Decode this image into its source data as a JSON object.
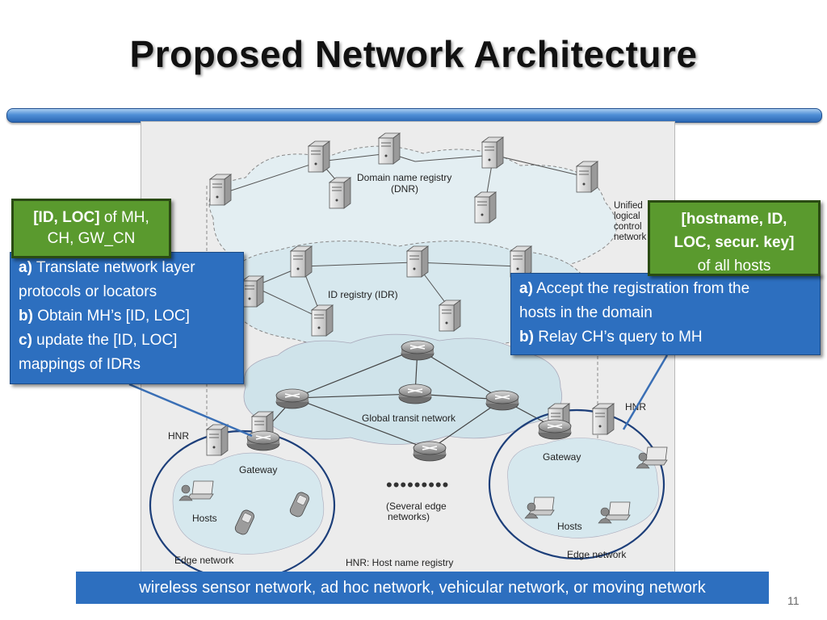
{
  "slide": {
    "title": "Proposed Network Architecture",
    "page_number": "11"
  },
  "diagram": {
    "dnr_label_1": "Domain name registry",
    "dnr_label_2": "(DNR)",
    "idr_label": "ID registry (IDR)",
    "unified_1": "Unified",
    "unified_2": "logical",
    "unified_3": "control",
    "unified_4": "network",
    "transit_label": "Global transit network",
    "hnr_left": "HNR",
    "hnr_right": "HNR",
    "gateway_left": "Gateway",
    "gateway_right": "Gateway",
    "hosts_left": "Hosts",
    "hosts_right": "Hosts",
    "edge_left": "Edge network",
    "edge_right": "Edge network",
    "dots": "•••••••••",
    "several_1": "(Several edge",
    "several_2": "networks)",
    "hnr_legend": "HNR: Host name registry"
  },
  "callouts": {
    "left_green_bold": "[ID, LOC]",
    "left_green_rest": " of MH,",
    "left_green_line2": "CH, GW_CN",
    "left_blue_a_key": "a)",
    "left_blue_a_text": " Translate network layer",
    "left_blue_a_text2": "protocols or locators",
    "left_blue_b_key": "b)",
    "left_blue_b_text": " Obtain MH’s [ID, LOC]",
    "left_blue_c_key": "c)",
    "left_blue_c_text": " update the [ID, LOC]",
    "left_blue_c_text2": "mappings of IDRs",
    "right_green_line1": "[hostname, ID,",
    "right_green_line2": "LOC, secur. key]",
    "right_green_line3": "of all hosts",
    "right_blue_a_key": "a)",
    "right_blue_a_text": " Accept the registration from the",
    "right_blue_a_text2": "hosts in the domain",
    "right_blue_b_key": "b)",
    "right_blue_b_text": " Relay CH’s query to MH"
  },
  "bottom": {
    "text": "wireless sensor network, ad hoc network, vehicular network, or moving network"
  },
  "colors": {
    "title_bar": "#2b67b3",
    "callout_blue": "#2d6fbf",
    "callout_green": "#5a9a2e",
    "cloud_fill": "#dcecef",
    "edge_circle": "#1d3f7a"
  }
}
